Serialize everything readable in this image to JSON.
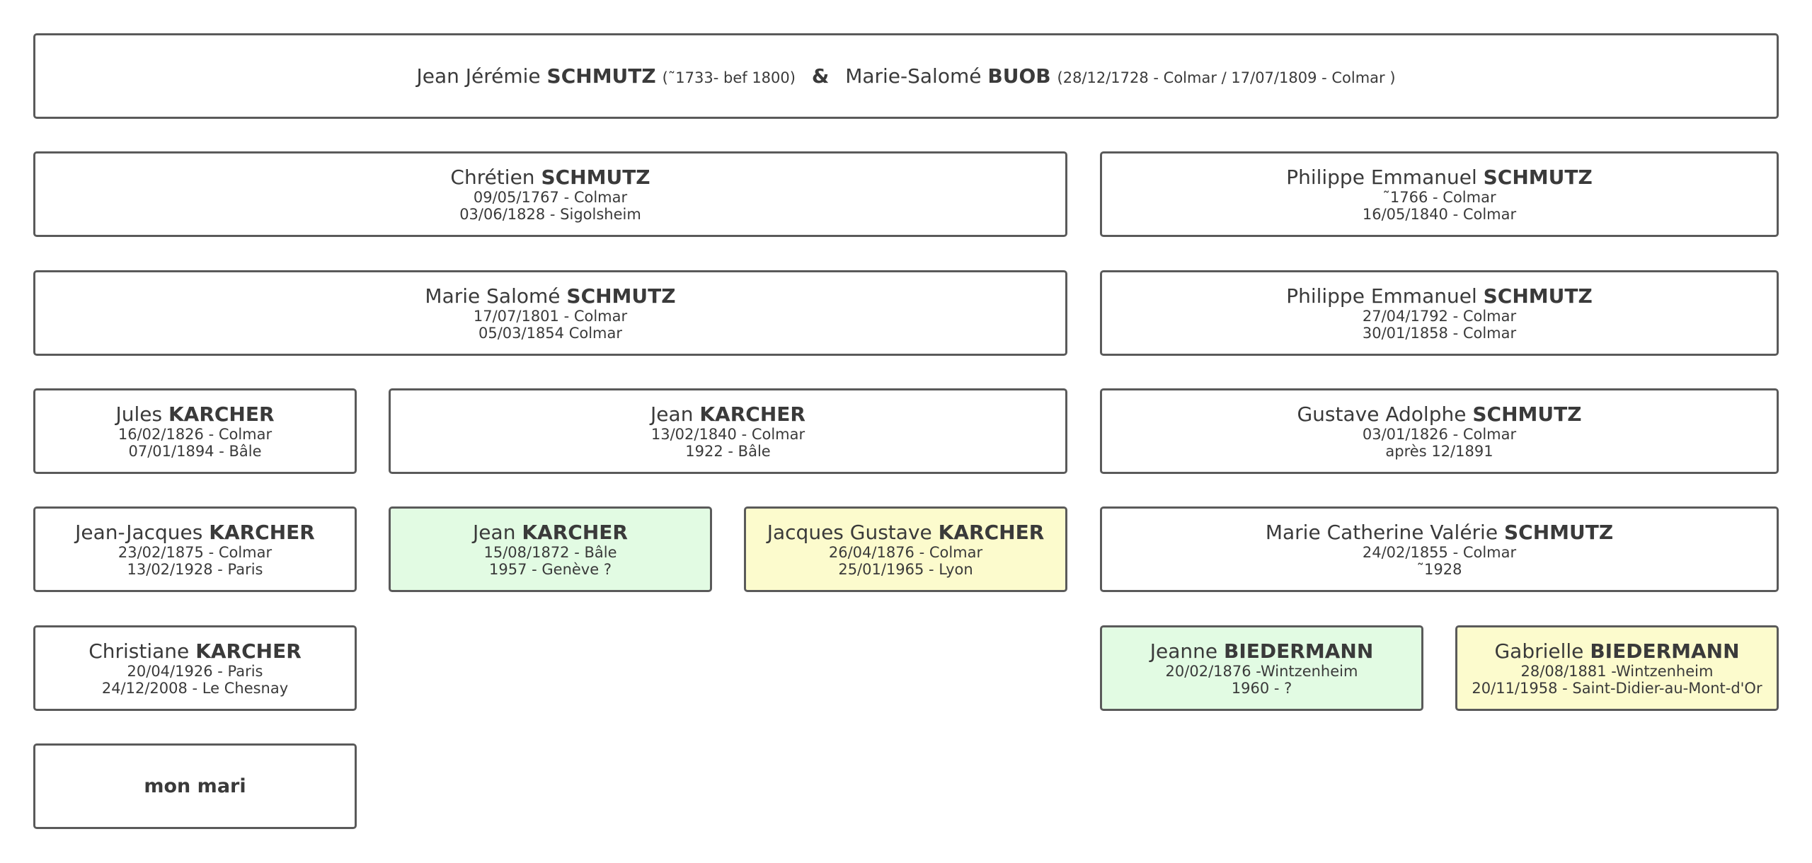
{
  "root": {
    "person1_given": "Jean Jérémie",
    "person1_surname": "SCHMUTZ",
    "person1_dates": "(˜1733- bef 1800)",
    "ampersand": "&",
    "person2_given": "Marie-Salomé",
    "person2_surname": "BUOB",
    "person2_dates": "(28/12/1728 - Colmar / 17/07/1809 - Colmar )"
  },
  "people": {
    "chretien": {
      "given": "Chrétien",
      "surname": "SCHMUTZ",
      "birth": "09/05/1767 - Colmar",
      "death": "03/06/1828 - Sigolsheim"
    },
    "philippe1": {
      "given": "Philippe Emmanuel",
      "surname": "SCHMUTZ",
      "birth": "˜1766 - Colmar",
      "death": "16/05/1840 - Colmar"
    },
    "marie_salome": {
      "given": "Marie Salomé",
      "surname": "SCHMUTZ",
      "birth": "17/07/1801 - Colmar",
      "death": "05/03/1854 Colmar"
    },
    "philippe2": {
      "given": "Philippe Emmanuel",
      "surname": "SCHMUTZ",
      "birth": "27/04/1792 - Colmar",
      "death": "30/01/1858 - Colmar"
    },
    "jules": {
      "given": "Jules",
      "surname": "KARCHER",
      "birth": "16/02/1826 - Colmar",
      "death": "07/01/1894 - Bâle"
    },
    "jean1": {
      "given": "Jean",
      "surname": "KARCHER",
      "birth": "13/02/1840 - Colmar",
      "death": "1922 - Bâle"
    },
    "gustave": {
      "given": "Gustave Adolphe",
      "surname": "SCHMUTZ",
      "birth": "03/01/1826 - Colmar",
      "death": "après 12/1891"
    },
    "jean_jacques": {
      "given": "Jean-Jacques",
      "surname": "KARCHER",
      "birth": "23/02/1875 - Colmar",
      "death": "13/02/1928 - Paris"
    },
    "jean2": {
      "given": "Jean",
      "surname": "KARCHER",
      "birth": "15/08/1872 - Bâle",
      "death": "1957 - Genève ?"
    },
    "jacques": {
      "given": "Jacques Gustave",
      "surname": "KARCHER",
      "birth": "26/04/1876 - Colmar",
      "death": "25/01/1965 - Lyon"
    },
    "marie_cv": {
      "given": "Marie Catherine Valérie",
      "surname": "SCHMUTZ",
      "birth": "24/02/1855 - Colmar",
      "death": "˜1928"
    },
    "christiane": {
      "given": "Christiane",
      "surname": "KARCHER",
      "birth": "20/04/1926 - Paris",
      "death": "24/12/2008 - Le Chesnay"
    },
    "jeanne": {
      "given": "Jeanne",
      "surname": "BIEDERMANN",
      "birth": "20/02/1876 -Wintzenheim",
      "death": "1960 - ?"
    },
    "gabrielle": {
      "given": "Gabrielle",
      "surname": "BIEDERMANN",
      "birth": "28/08/1881 -Wintzenheim",
      "death": "20/11/1958 - Saint-Didier-au-Mont-d'Or"
    }
  },
  "mon_mari": "mon mari",
  "colors": {
    "green_fill": "#e2fbe3",
    "yellow_fill": "#fcfbcd",
    "border": "#5a5a5a"
  }
}
